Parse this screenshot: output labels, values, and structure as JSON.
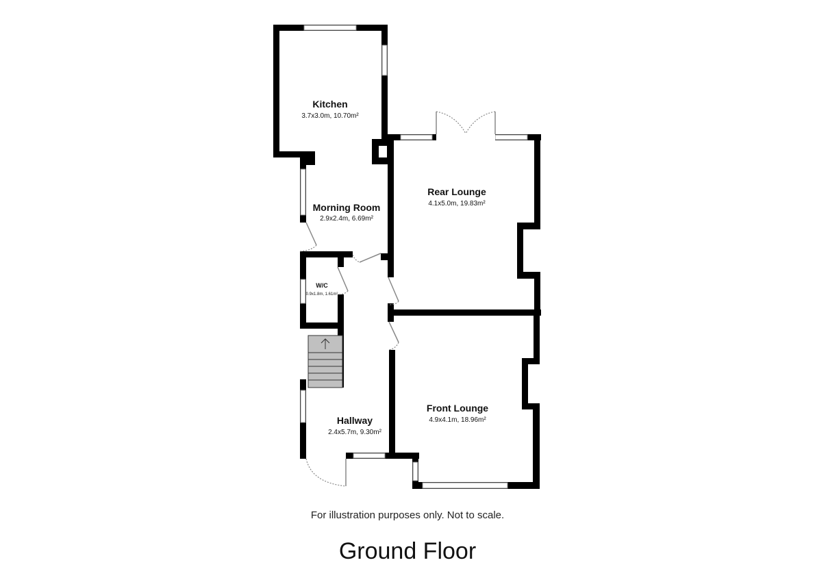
{
  "rooms": [
    {
      "name": "Kitchen",
      "dims": "3.7x3.0m, 10.70m²"
    },
    {
      "name": "Morning Room",
      "dims": "2.9x2.4m, 6.69m²"
    },
    {
      "name": "Rear Lounge",
      "dims": "4.1x5.0m, 19.83m²"
    },
    {
      "name": "W/C",
      "dims": "0.9x1.8m, 1.61m²"
    },
    {
      "name": "Hallway",
      "dims": "2.4x5.7m, 9.30m²"
    },
    {
      "name": "Front Lounge",
      "dims": "4.9x4.1m, 18.96m²"
    }
  ],
  "disclaimer": "For illustration purposes only. Not to scale.",
  "floor_title": "Ground Floor",
  "colors": {
    "wall": "#000000",
    "stairs": "#c0c0c0",
    "door": "#888888"
  }
}
